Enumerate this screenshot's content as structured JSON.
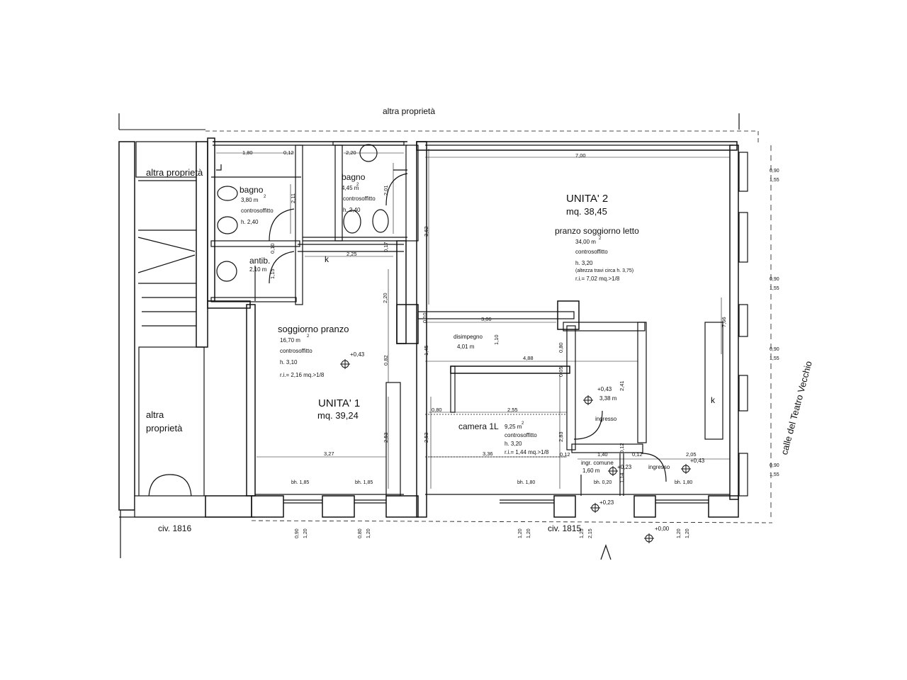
{
  "street_top": "altra proprietà",
  "street_right": "calle del Teatro Vecchio",
  "neighbours": {
    "top_left": "altra proprietà",
    "left": "altra proprietà"
  },
  "civ_left": "civ. 1816",
  "civ_right": "civ. 1815",
  "unit1": {
    "title": "UNITA' 1",
    "area": "mq. 39,24",
    "living": {
      "name": "soggiorno pranzo",
      "area": "16,70 m",
      "ceiling": "controsoffitto",
      "height": "h. 3,10",
      "ri": "r.i.= 2,16 mq.>1/8",
      "level": "+0,43"
    },
    "bath": {
      "name": "bagno",
      "area": "3,80 m",
      "ceiling": "controsoffitto",
      "height": "h. 2,40"
    },
    "antib": {
      "name": "antib.",
      "area": "2,10 m"
    },
    "k": "k"
  },
  "unit2": {
    "title": "UNITA' 2",
    "area": "mq. 38,45",
    "living": {
      "name": "pranzo soggiorno letto",
      "area": "34,00 m",
      "ceiling": "controsoffitto",
      "height": "h. 3,20",
      "note": "(altezza travi circa h. 3,75)",
      "ri": "r.i.= 7,02 mq.>1/8"
    },
    "bath": {
      "name": "bagno",
      "area": "4,45 m",
      "ceiling": "controsoffitto",
      "height": "h. 2,40"
    },
    "disimpegno": {
      "name": "disimpegno",
      "area": "4,01 m"
    },
    "camera": {
      "name": "camera 1L",
      "area": "9,25 m",
      "ceiling": "controsoffitto",
      "height": "h. 3,20",
      "ri": "r.i.= 1,44 mq.>1/8"
    },
    "ingresso_small": {
      "level": "+0,43",
      "area": "3,38 m",
      "name": "ingresso"
    },
    "k": "k"
  },
  "common": {
    "name": "ingr. comune",
    "area": "1,60 m",
    "level": "+0,23",
    "bh": "bh. 0,20"
  },
  "ingresso_right": {
    "name": "ingresso",
    "level": "+0,43"
  },
  "levels": {
    "outside": "+0,23",
    "street": "+0,00"
  },
  "dimensions": {
    "d180": "1,80",
    "d012a": "0,12",
    "d220": "2,20",
    "d700": "7,00",
    "d211": "2,11",
    "d201": "2,01",
    "d010": "0,10",
    "d115": "1,15",
    "d225": "2,25",
    "d017": "0,17",
    "d362": "3,62",
    "d220v": "2,20",
    "d306": "3,06",
    "d010b": "0,10",
    "d145": "1,45",
    "d110": "1,10",
    "d080v": "0,80",
    "d488": "4,88",
    "d082": "0,82",
    "d005": "0,05",
    "d080": "0,80",
    "d255": "2,55",
    "d241": "2,41",
    "d766": "7,66",
    "d253a": "2,53",
    "d253b": "2,53",
    "d283": "2,83",
    "d327": "3,27",
    "d336": "3,36",
    "d012b": "0,12",
    "d140": "1,40",
    "d012c": "0,12",
    "d012d": "0,12",
    "d205": "2,05",
    "d114": "1,14"
  },
  "windows_bh": [
    "bh. 1,85",
    "bh. 1,85",
    "bh. 1,80",
    "bh. 1,80"
  ],
  "window_right": [
    {
      "a": "0,90",
      "b": "1,55"
    },
    {
      "a": "0,90",
      "b": "1,55"
    },
    {
      "a": "0,90",
      "b": "1,55"
    },
    {
      "a": "0,90",
      "b": "1,55"
    }
  ],
  "window_bottom": [
    {
      "a": "0,90",
      "b": "1,20"
    },
    {
      "a": "0,80",
      "b": "1,20"
    },
    {
      "a": "1,20",
      "b": "1,20"
    },
    {
      "a": "1,25",
      "b": "2,15"
    },
    {
      "a": "1,20",
      "b": "1,20"
    }
  ]
}
